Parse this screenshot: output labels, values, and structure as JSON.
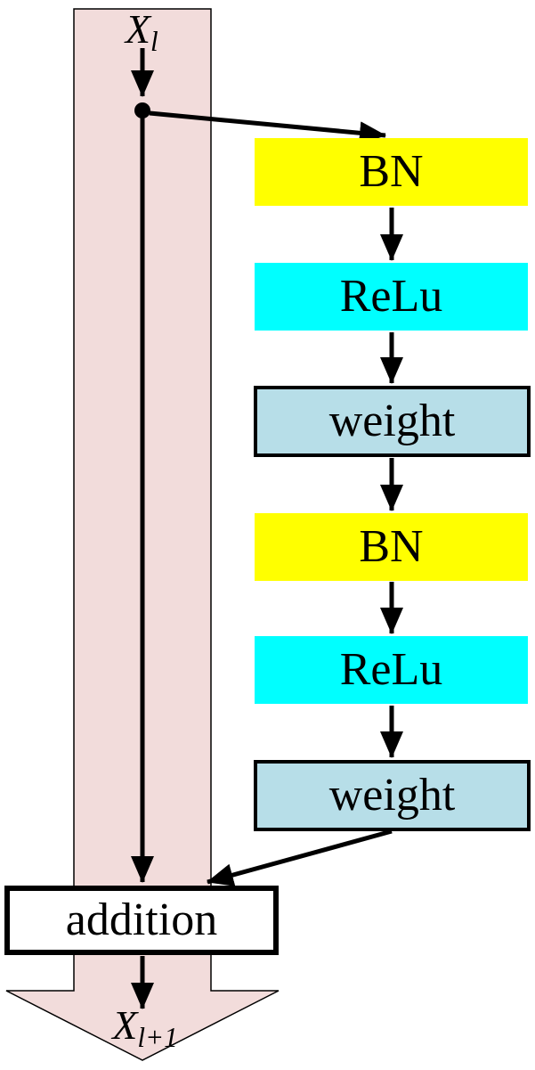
{
  "identity_path": {
    "input_label": {
      "base": "X",
      "sub": "l"
    },
    "output_label": {
      "base": "X",
      "sub": "l+1"
    },
    "fill": "#F2DCDB"
  },
  "branch_nodes": [
    {
      "label": "BN",
      "fill": "#FFFF00"
    },
    {
      "label": "ReLu",
      "fill": "#00FFFF"
    },
    {
      "label": "weight",
      "fill": "#B7DEE8"
    },
    {
      "label": "BN",
      "fill": "#FFFF00"
    },
    {
      "label": "ReLu",
      "fill": "#00FFFF"
    },
    {
      "label": "weight",
      "fill": "#B7DEE8"
    }
  ],
  "merge": {
    "label": "addition",
    "fill": "#FFFFFF"
  },
  "colors": {
    "connector": "#000000",
    "outline": "#000000"
  }
}
